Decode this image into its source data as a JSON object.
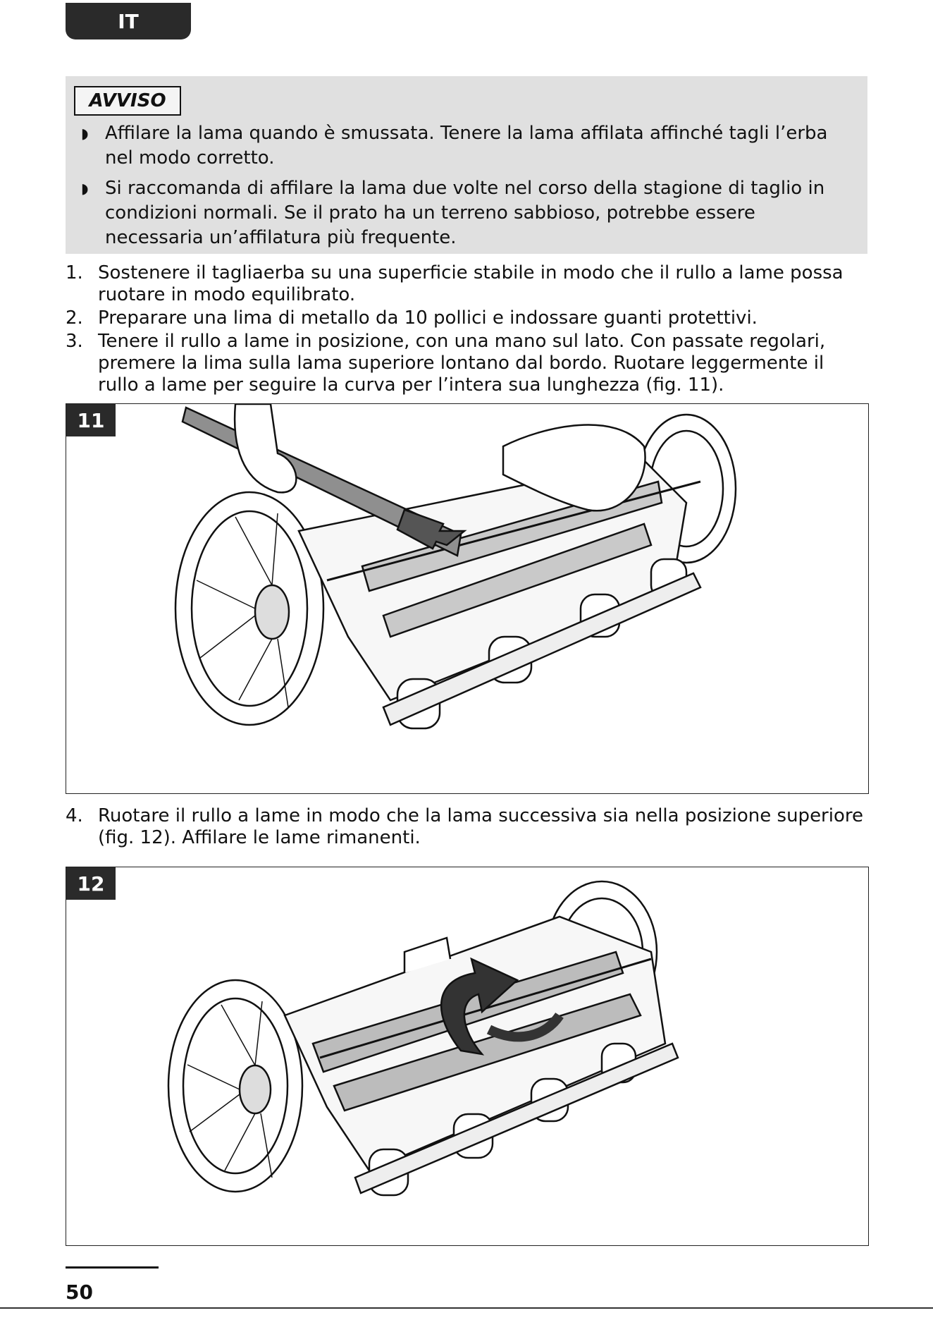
{
  "header": {
    "language_tab": "IT"
  },
  "notice": {
    "label": "AVVISO",
    "items": [
      "Affilare la lama quando è smussata. Tenere la lama affilata affinché tagli l’erba nel modo corretto.",
      "Si raccomanda di affilare la lama due volte nel corso della stagione di taglio in condizioni normali. Se il prato ha un terreno sabbioso, potrebbe essere necessaria un’affilatura più frequente."
    ]
  },
  "steps_a": [
    {
      "num": "1.",
      "text": "Sostenere il tagliaerba su una superficie stabile in modo che il rullo a lame possa ruotare in modo equilibrato."
    },
    {
      "num": "2.",
      "text": "Preparare una lima di metallo da 10 pollici e indossare guanti protettivi."
    },
    {
      "num": "3.",
      "text": "Tenere il rullo a lame in posizione, con una mano sul lato. Con passate regolari, premere la lima sulla lama superiore lontano dal bordo. Ruotare leggermente il rullo a lame per seguire la curva per l’intera sua lunghezza (fig. 11)."
    }
  ],
  "figure_11": {
    "label": "11"
  },
  "steps_b": [
    {
      "num": "4.",
      "text": "Ruotare il rullo a lame in modo che la lama successiva sia nella posizione superiore (fig. 12). Affilare le lame rimanenti."
    }
  ],
  "figure_12": {
    "label": "12"
  },
  "footer": {
    "page_number": "50"
  }
}
